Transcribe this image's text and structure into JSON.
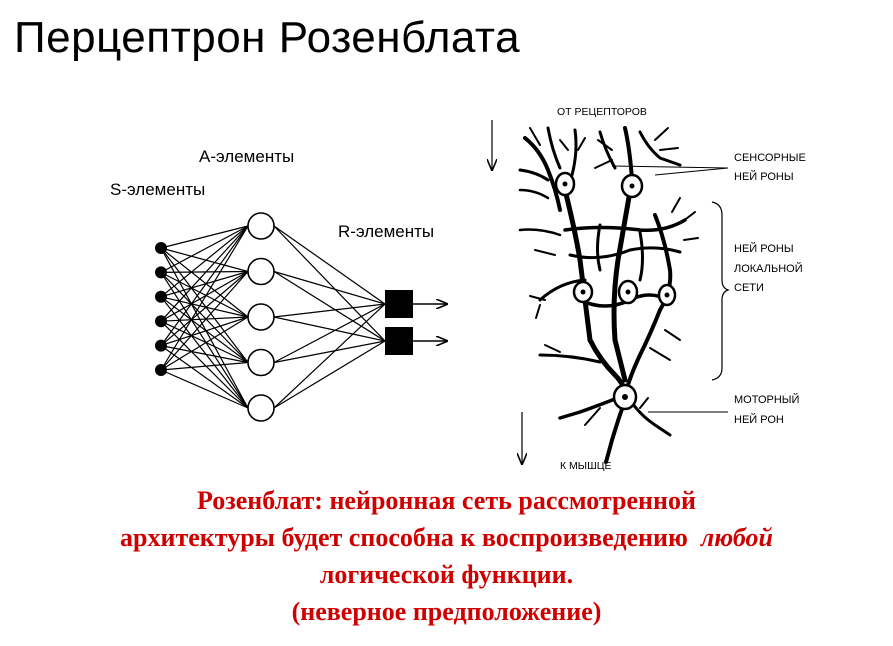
{
  "slide": {
    "title": "Перцептрон Розенблата"
  },
  "perceptron": {
    "s_label": "S-элементы",
    "a_label": "A-элементы",
    "r_label": "R-элементы",
    "s_count": 6,
    "a_count": 5,
    "r_count": 2
  },
  "neurons": {
    "top_label": "ОТ  РЕЦЕПТОРОВ",
    "bottom_label": "К  МЫШЦЕ",
    "sensory": [
      "СЕНСОРНЫЕ",
      "НЕЙ РОНЫ"
    ],
    "local": [
      "НЕЙ РОНЫ",
      "ЛОКАЛЬНОЙ",
      "СЕТИ"
    ],
    "motor": [
      "МОТОРНЫЙ",
      "НЕЙ РОН"
    ]
  },
  "caption": {
    "line1": "Розенблат: нейронная сеть рассмотренной",
    "line2_before": "архитектуры будет способна к воспроизведению",
    "line2_emph": "любой",
    "line3": "логической функции.",
    "line4": "(неверное предположение)",
    "color": "#d00000"
  }
}
